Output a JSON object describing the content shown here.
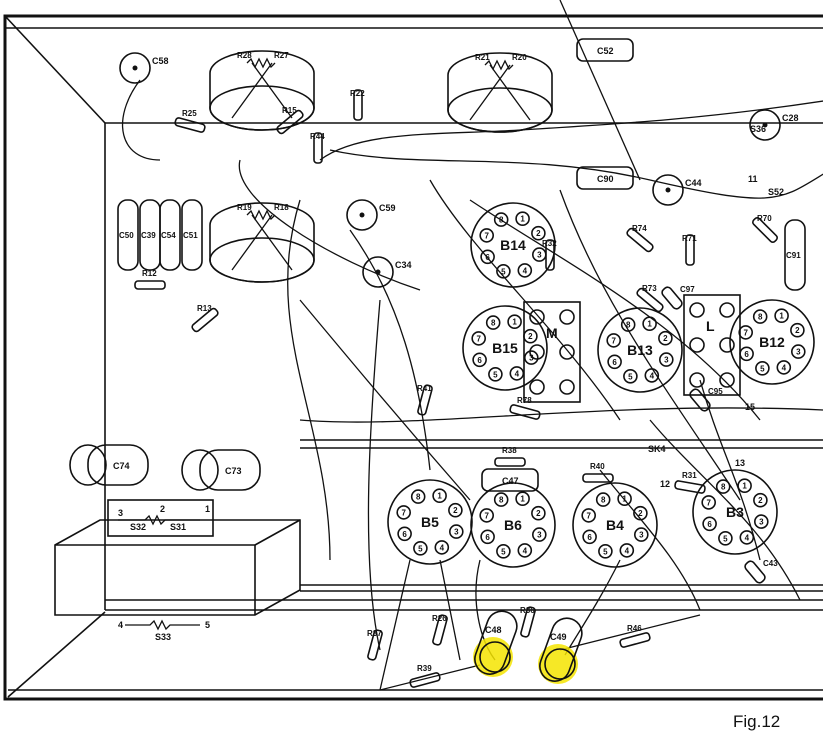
{
  "figure_label": "Fig.12",
  "highlight_color": "#f5e400",
  "sockets": [
    {
      "id": "B5",
      "label": "B5"
    },
    {
      "id": "B6",
      "label": "B6"
    },
    {
      "id": "B4",
      "label": "B4"
    },
    {
      "id": "B3",
      "label": "B3"
    },
    {
      "id": "B15",
      "label": "B15"
    },
    {
      "id": "B14",
      "label": "B14"
    },
    {
      "id": "B13",
      "label": "B13"
    },
    {
      "id": "B12",
      "label": "B12"
    }
  ],
  "socket_pins": [
    "1",
    "2",
    "3",
    "4",
    "5",
    "6",
    "7",
    "8"
  ],
  "capacitors": [
    {
      "id": "C48",
      "label": "C48",
      "highlighted": true
    },
    {
      "id": "C49",
      "label": "C49",
      "highlighted": true
    },
    {
      "id": "C74",
      "label": "C74"
    },
    {
      "id": "C73",
      "label": "C73"
    },
    {
      "id": "C50",
      "label": "C50"
    },
    {
      "id": "C39",
      "label": "C39"
    },
    {
      "id": "C54",
      "label": "C54"
    },
    {
      "id": "C51",
      "label": "C51"
    },
    {
      "id": "C58",
      "label": "C58"
    },
    {
      "id": "C34",
      "label": "C34"
    },
    {
      "id": "C59",
      "label": "C59"
    },
    {
      "id": "C52",
      "label": "C52"
    },
    {
      "id": "C90",
      "label": "C90"
    },
    {
      "id": "C91",
      "label": "C91"
    },
    {
      "id": "C47",
      "label": "C47"
    },
    {
      "id": "C28",
      "label": "C28"
    },
    {
      "id": "C43",
      "label": "C43"
    },
    {
      "id": "C44",
      "label": "C44"
    },
    {
      "id": "C95",
      "label": "C95"
    },
    {
      "id": "C97",
      "label": "C97"
    }
  ],
  "resistors": [
    {
      "id": "R37",
      "label": "R37"
    },
    {
      "id": "R26",
      "label": "R26"
    },
    {
      "id": "R39",
      "label": "R39"
    },
    {
      "id": "R36",
      "label": "R36"
    },
    {
      "id": "R46",
      "label": "R46"
    },
    {
      "id": "R31",
      "label": "R31"
    },
    {
      "id": "R25",
      "label": "R25"
    },
    {
      "id": "R22",
      "label": "R22"
    },
    {
      "id": "R12",
      "label": "R12"
    },
    {
      "id": "R13",
      "label": "R13"
    },
    {
      "id": "R71",
      "label": "R71"
    },
    {
      "id": "R70",
      "label": "R70"
    },
    {
      "id": "R74",
      "label": "R74"
    },
    {
      "id": "R73",
      "label": "R73"
    },
    {
      "id": "R41",
      "label": "R41"
    },
    {
      "id": "R40",
      "label": "R40"
    },
    {
      "id": "R38",
      "label": "R38"
    },
    {
      "id": "R78",
      "label": "R78"
    },
    {
      "id": "R32",
      "label": "R32"
    },
    {
      "id": "R44",
      "label": "R44"
    },
    {
      "id": "R15",
      "label": "R15"
    }
  ],
  "potentiometers": [
    {
      "id": "P1",
      "labels": [
        "R28",
        "R27"
      ]
    },
    {
      "id": "P2",
      "labels": [
        "R21",
        "R20"
      ]
    },
    {
      "id": "P3",
      "labels": [
        "R19",
        "R18"
      ]
    }
  ],
  "coils": [
    {
      "id": "M",
      "label": "M"
    },
    {
      "id": "L",
      "label": "L"
    }
  ],
  "misc_labels": [
    {
      "id": "SK4",
      "label": "SK4"
    },
    {
      "id": "S32",
      "label": "S32"
    },
    {
      "id": "S31",
      "label": "S31"
    },
    {
      "id": "S33",
      "label": "S33"
    },
    {
      "id": "S36",
      "label": "S36"
    },
    {
      "id": "S52",
      "label": "S52"
    },
    {
      "id": "T1",
      "label": "1"
    },
    {
      "id": "T2",
      "label": "2"
    },
    {
      "id": "T3",
      "label": "3"
    },
    {
      "id": "T4",
      "label": "4"
    },
    {
      "id": "T5",
      "label": "5"
    },
    {
      "id": "T15",
      "label": "15"
    },
    {
      "id": "T13",
      "label": "13"
    },
    {
      "id": "T11",
      "label": "11"
    },
    {
      "id": "T12",
      "label": "12"
    }
  ]
}
